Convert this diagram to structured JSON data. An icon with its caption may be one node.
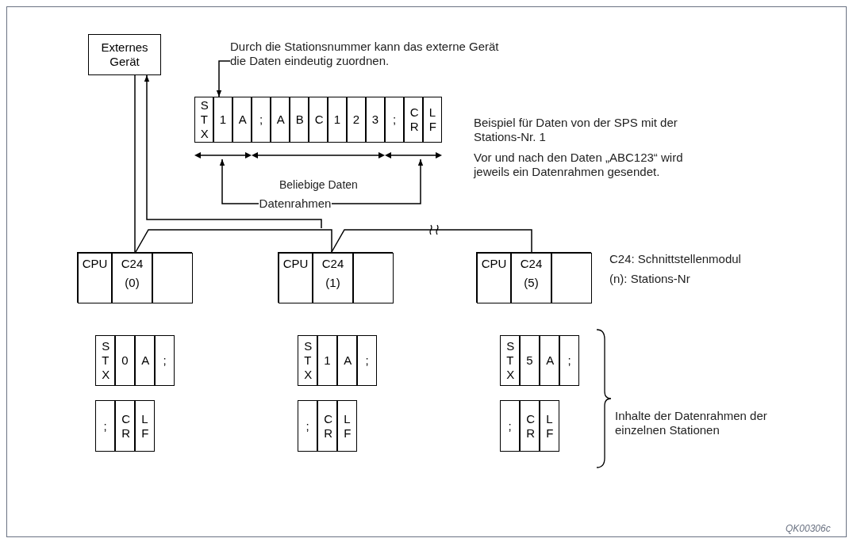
{
  "diagram": {
    "nodes": [
      {
        "text": [
          "Externes Gerät"
        ]
      },
      {
        "text": [
          "Durch die Stationsnummer kann das externe Gerät die Daten eindeutig zuordnen."
        ]
      },
      {
        "text": [
          "STX"
        ]
      },
      {
        "text": [
          "1"
        ]
      },
      {
        "text": [
          "A"
        ]
      },
      {
        "text": [
          ";"
        ]
      },
      {
        "text": [
          "A"
        ]
      },
      {
        "text": [
          "B"
        ]
      },
      {
        "text": [
          "C"
        ]
      },
      {
        "text": [
          "1"
        ]
      },
      {
        "text": [
          "2"
        ]
      },
      {
        "text": [
          "3"
        ]
      },
      {
        "text": [
          ";"
        ]
      },
      {
        "text": [
          "CR"
        ]
      },
      {
        "text": [
          "LF"
        ]
      },
      {
        "text": [
          "Datenrahmen"
        ]
      },
      {
        "text": [],
        "shape": "box"
      },
      {
        "text": [
          "CPU"
        ],
        "in": 16
      },
      {
        "text": [
          "C24",
          "(0)"
        ],
        "in": 16
      },
      {
        "text": [],
        "shape": "box",
        "in": 16
      },
      {
        "text": [],
        "shape": "box"
      },
      {
        "text": [
          "CPU"
        ],
        "in": 20
      },
      {
        "text": [
          "C24",
          "(1)"
        ],
        "in": 20
      },
      {
        "text": [],
        "shape": "box",
        "in": 20
      },
      {
        "text": [],
        "shape": "box"
      },
      {
        "text": [
          "CPU"
        ],
        "in": 24
      },
      {
        "text": [
          "C24",
          "(5)"
        ],
        "in": 24
      },
      {
        "text": [],
        "shape": "box",
        "in": 24
      },
      {
        "text": [
          "STX"
        ]
      },
      {
        "text": [
          "0"
        ]
      },
      {
        "text": [
          "A"
        ]
      },
      {
        "text": [
          ";"
        ]
      },
      {
        "text": [
          ";"
        ]
      },
      {
        "text": [
          "CR"
        ]
      },
      {
        "text": [
          "LF"
        ]
      },
      {
        "text": [
          "STX"
        ]
      },
      {
        "text": [
          "1"
        ]
      },
      {
        "text": [
          "A"
        ]
      },
      {
        "text": [
          ";"
        ]
      },
      {
        "text": [
          ";"
        ]
      },
      {
        "text": [
          "CR"
        ]
      },
      {
        "text": [
          "LF"
        ]
      },
      {
        "text": [
          "STX"
        ]
      },
      {
        "text": [
          "5"
        ]
      },
      {
        "text": [
          "A"
        ]
      },
      {
        "text": [
          ";"
        ]
      },
      {
        "text": [
          ";"
        ]
      },
      {
        "text": [
          "CR"
        ]
      },
      {
        "text": [
          "LF"
        ]
      },
      {
        "text": [],
        "shape": "arrow"
      },
      {
        "text": [],
        "shape": "arrow"
      },
      {
        "text": [],
        "shape": "arrow"
      }
    ],
    "edges": [
      {
        "from": 1,
        "to": 3,
        "arrow": "to"
      },
      {
        "from": 15,
        "to": 49,
        "arrow": "to"
      },
      {
        "from": 15,
        "to": 51,
        "arrow": "to"
      },
      {
        "from": 0,
        "to": 18,
        "arrow": "none"
      },
      {
        "from": 18,
        "to": 22,
        "arrow": "none"
      },
      {
        "from": 22,
        "to": 26,
        "arrow": "none"
      },
      {
        "from": null,
        "to": 0,
        "arrow": "to"
      }
    ],
    "labels": [
      "Beliebige Daten",
      "Beispiel für Daten von der SPS mit der Stations-Nr. 1",
      "Vor und nach den Daten „ABC123“ wird jeweils ein Datenrahmen gesendet.",
      "C24: Schnittstellenmodul",
      "(n): Stations-Nr",
      "Inhalte der Datenrahmen der einzelnen Stationen",
      "QK00306c"
    ]
  }
}
